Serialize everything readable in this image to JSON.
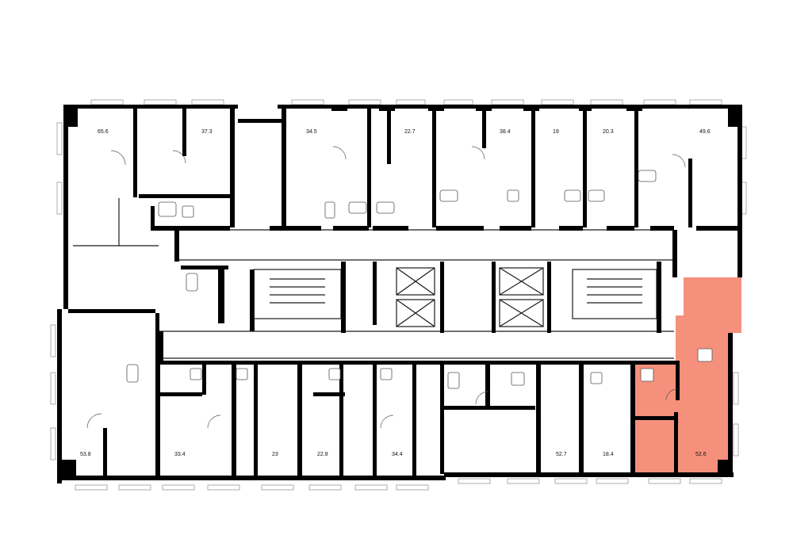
{
  "floor_plan": {
    "highlight_color": "#f5907c",
    "units": [
      {
        "id": "u1",
        "area": "65.6"
      },
      {
        "id": "u2",
        "area": "37.3"
      },
      {
        "id": "u3",
        "area": "34.5"
      },
      {
        "id": "u4",
        "area": "22.7"
      },
      {
        "id": "u5",
        "area": "38.4"
      },
      {
        "id": "u6",
        "area": "19"
      },
      {
        "id": "u7",
        "area": "20.3"
      },
      {
        "id": "u8",
        "area": "49.6"
      },
      {
        "id": "u9",
        "area": "53.8"
      },
      {
        "id": "u10",
        "area": "33.4"
      },
      {
        "id": "u11",
        "area": "23"
      },
      {
        "id": "u12",
        "area": "22.8"
      },
      {
        "id": "u13",
        "area": "34.4"
      },
      {
        "id": "u14",
        "area": "52.7"
      },
      {
        "id": "u15",
        "area": "18.4"
      },
      {
        "id": "u16",
        "area": "52.6",
        "highlighted": true
      }
    ]
  }
}
